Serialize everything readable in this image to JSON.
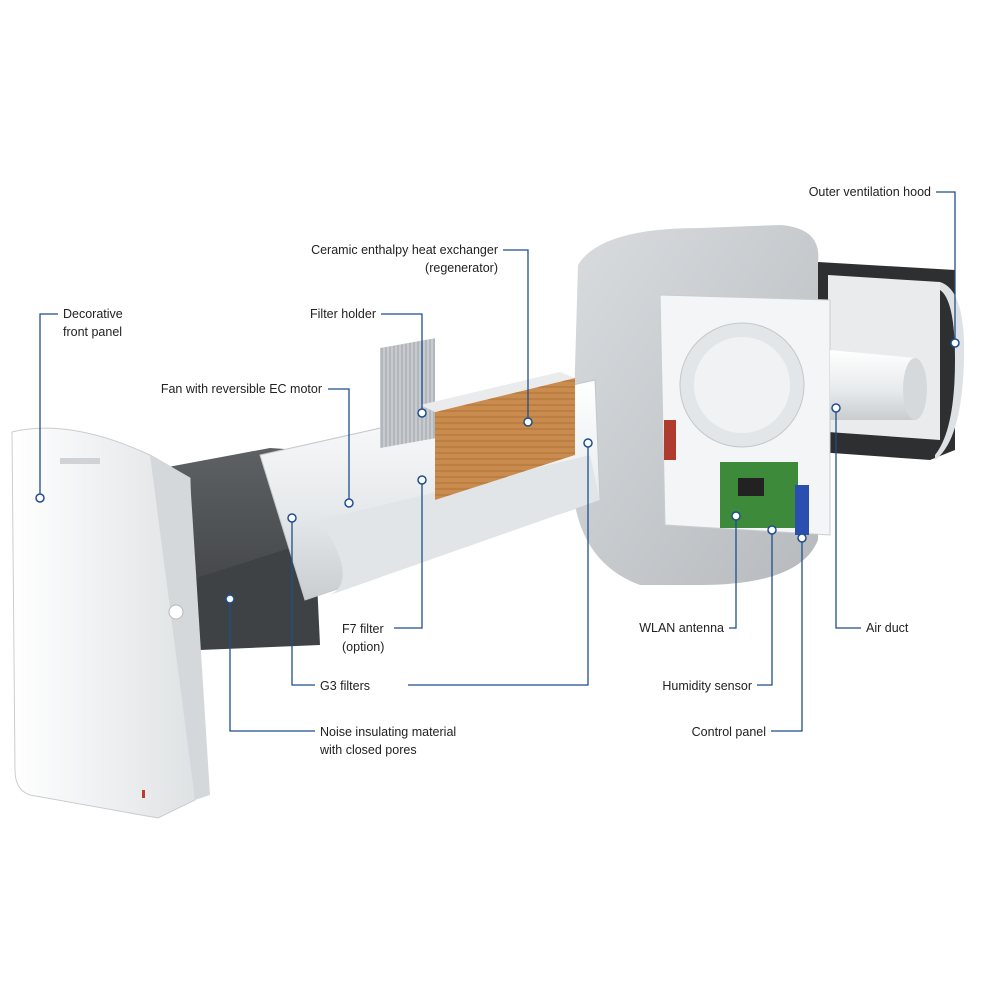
{
  "diagram": {
    "colors": {
      "leader": "#1f4e8c",
      "dot_fill": "#ffffff",
      "insulation": "#4a4d50",
      "housing": "#eef0f1",
      "concrete": "#cdd0d3",
      "heat_exchanger": "#c98c4e",
      "pcb": "#3c8a3a",
      "connector": "#2a4fb0"
    },
    "labels": [
      {
        "id": "decorative-front-panel",
        "line1": "Decorative",
        "line2": "front panel"
      },
      {
        "id": "fan-ec-motor",
        "line1": "Fan with reversible EC motor",
        "line2": ""
      },
      {
        "id": "filter-holder",
        "line1": "Filter holder",
        "line2": ""
      },
      {
        "id": "ceramic-heat-exchanger",
        "line1": "Ceramic enthalpy heat exchanger",
        "line2": "(regenerator)"
      },
      {
        "id": "outer-ventilation-hood",
        "line1": "Outer ventilation hood",
        "line2": ""
      },
      {
        "id": "f7-filter",
        "line1": "F7 filter",
        "line2": "(option)"
      },
      {
        "id": "g3-filters",
        "line1": "G3 filters",
        "line2": ""
      },
      {
        "id": "noise-insulating-material",
        "line1": "Noise insulating material",
        "line2": "with closed pores"
      },
      {
        "id": "wlan-antenna",
        "line1": "WLAN antenna",
        "line2": ""
      },
      {
        "id": "humidity-sensor",
        "line1": "Humidity sensor",
        "line2": ""
      },
      {
        "id": "control-panel",
        "line1": "Control panel",
        "line2": ""
      },
      {
        "id": "air-duct",
        "line1": "Air duct",
        "line2": ""
      }
    ]
  }
}
